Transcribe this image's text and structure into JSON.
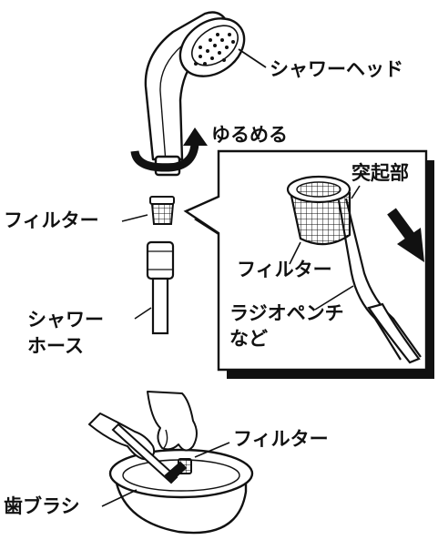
{
  "diagram": {
    "top": {
      "shower_head_label": "シャワーヘッド",
      "loosen_label": "ゆるめる",
      "filter_label": "フィルター",
      "hose_label_line1": "シャワー",
      "hose_label_line2": "ホース"
    },
    "inset": {
      "protrusion_label": "突起部",
      "filter_label": "フィルター",
      "pliers_label_line1": "ラジオペンチ",
      "pliers_label_line2": "など"
    },
    "bottom": {
      "filter_label": "フィルター",
      "toothbrush_label": "歯ブラシ"
    }
  }
}
